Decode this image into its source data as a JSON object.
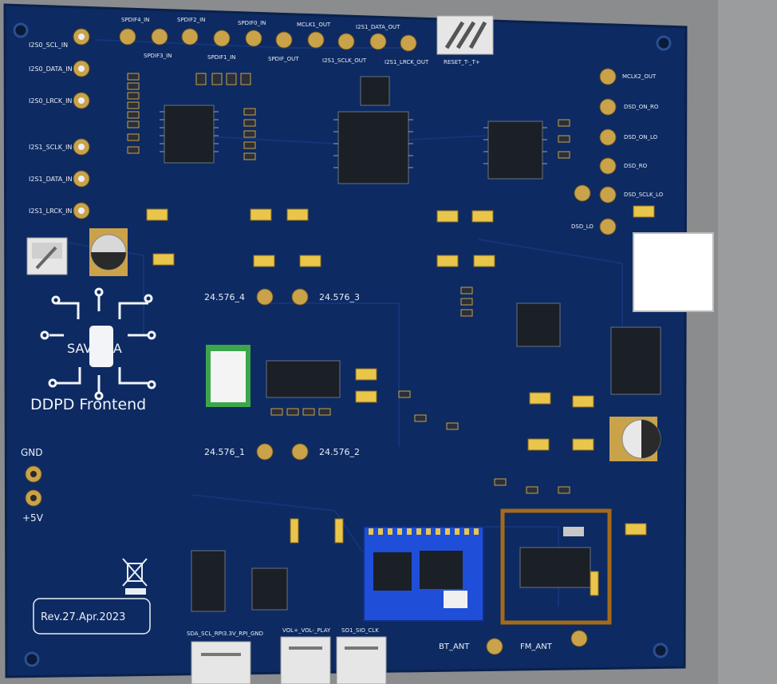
{
  "board": {
    "title": "DDPD Frontend",
    "logo_text": "SAVIOLA",
    "revision": "Rev.27.Apr.2023"
  },
  "labels": {
    "left_inputs": [
      "I2S0_SCL_IN",
      "I2S0_DATA_IN",
      "I2S0_LRCK_IN",
      "I2S1_SCLK_IN",
      "I2S1_DATA_IN",
      "I2S1_LRCK_IN"
    ],
    "top_row_upper": [
      "SPDIF4_IN",
      "SPDIF2_IN",
      "SPDIF0_IN",
      "MCLK1_OUT",
      "I2S1_DATA_OUT"
    ],
    "top_row_lower": [
      "SPDIF3_IN",
      "SPDIF1_IN",
      "SPDIF_OUT",
      "I2S1_SCLK_OUT",
      "I2S1_LRCK_OUT"
    ],
    "reset": "RESET_T-_T+",
    "right_outputs": [
      "MCLK2_OUT",
      "DSD_ON_RO",
      "DSD_ON_LO",
      "DSD_RO",
      "DSD_SCLK_LO",
      "DSD_LO"
    ],
    "osc": [
      "24.576_4",
      "24.576_3",
      "24.576_1",
      "24.576_2"
    ],
    "power": [
      "GND",
      "+5V"
    ],
    "bottom_connectors": [
      "SDA_SCL_RPI3.3V_RPI_GND",
      "VOL+_VOL-_PLAY",
      "SO1_SIO_CLK"
    ],
    "antennas": [
      "BT_ANT",
      "FM_ANT"
    ]
  },
  "colors": {
    "pcb": "#0d2a62",
    "pcb_edge": "#0a214d",
    "silkscreen": "#e9eef5",
    "pad_gold": "#c9a24a",
    "bt_module": "#1f4fd8",
    "fm_frame": "#a46a1c",
    "background": "#8a8c8e"
  }
}
